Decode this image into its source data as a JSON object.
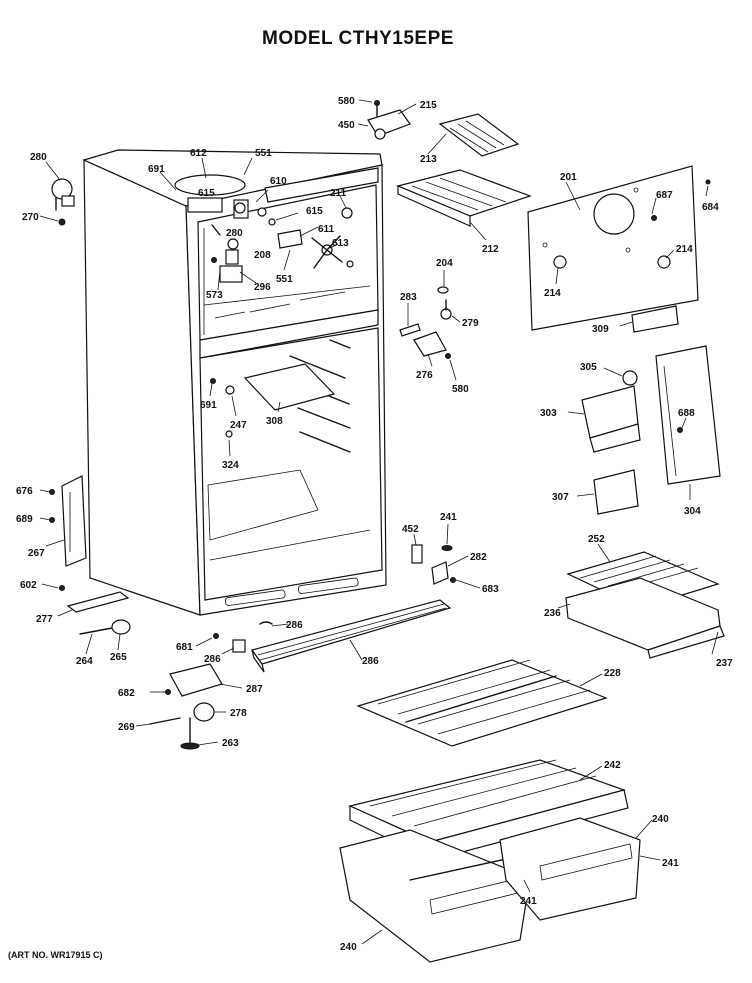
{
  "title": "MODEL CTHY15EPE",
  "art_number": "(ART NO. WR17915 C)",
  "labels": {
    "p280a": "280",
    "p270": "270",
    "p691a": "691",
    "p612": "612",
    "p551a": "551",
    "p615a": "615",
    "p610": "610",
    "p211": "211",
    "p615b": "615",
    "p611": "611",
    "p280b": "280",
    "p208": "208",
    "p613": "613",
    "p573": "573",
    "p296": "296",
    "p551b": "551",
    "p580a": "580",
    "p450": "450",
    "p215": "215",
    "p213": "213",
    "p212": "212",
    "p201": "201",
    "p687": "687",
    "p684": "684",
    "p214a": "214",
    "p214b": "214",
    "p204": "204",
    "p283": "283",
    "p279": "279",
    "p276": "276",
    "p580b": "580",
    "p309": "309",
    "p305": "305",
    "p303": "303",
    "p688": "688",
    "p304": "304",
    "p307": "307",
    "p691b": "691",
    "p247": "247",
    "p308": "308",
    "p324": "324",
    "p676": "676",
    "p689": "689",
    "p267": "267",
    "p602": "602",
    "p277": "277",
    "p264": "264",
    "p265": "265",
    "p452": "452",
    "p241a": "241",
    "p282": "282",
    "p683": "683",
    "p252": "252",
    "p236": "236",
    "p237": "237",
    "p681": "681",
    "p286a": "286",
    "p286b": "286",
    "p286c": "286",
    "p287": "287",
    "p682": "682",
    "p269": "269",
    "p278": "278",
    "p263": "263",
    "p228": "228",
    "p242": "242",
    "p240a": "240",
    "p241b": "241",
    "p241c": "241",
    "p240b": "240"
  }
}
